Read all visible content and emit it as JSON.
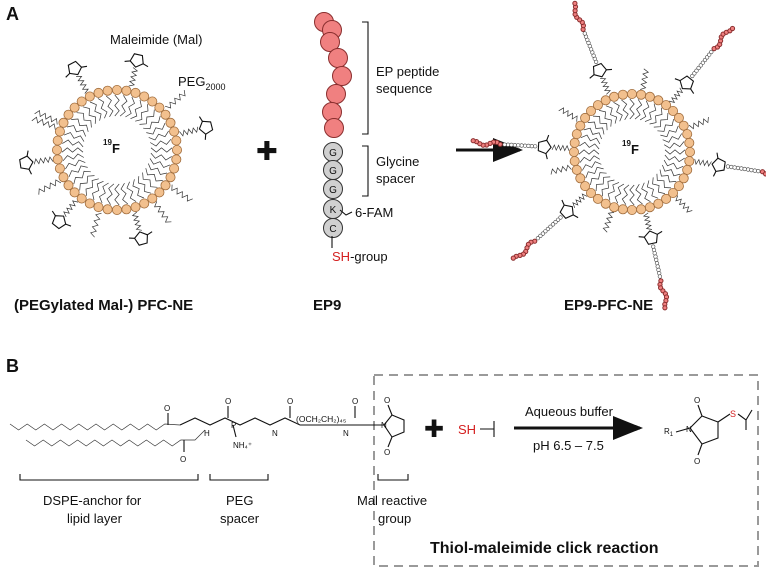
{
  "panel_a": {
    "label": "A",
    "maleimide_label": "Maleimide (Mal)",
    "peg_label": "PEG",
    "peg_sub": "2000",
    "core_sup": "19",
    "core_element": "F",
    "plus": "✚",
    "ep_peptide_line1": "EP peptide",
    "ep_peptide_line2": "sequence",
    "glycine_line1": "Glycine",
    "glycine_line2": "spacer",
    "residues": [
      "G",
      "G",
      "G",
      "K",
      "C"
    ],
    "fam_label": "6-FAM",
    "sh_prefix": "SH",
    "sh_suffix": "-group",
    "caption_left": "(PEGylated Mal-) PFC-NE",
    "caption_middle": "EP9",
    "caption_right": "EP9-PFC-NE"
  },
  "panel_b": {
    "label": "B",
    "chain_left_o": "O",
    "glycerol_h": "H",
    "phosphorus": "P",
    "nh4": "NH₄⁺",
    "peg_formula": "(OCH₂CH₂)₄₅",
    "nh_label": "N",
    "dspe_line1": "DSPE-anchor for",
    "dspe_line2": "lipid layer",
    "peg_line1": "PEG",
    "peg_line2": "spacer",
    "mal_line1": "Mal reactive",
    "mal_line2": "group",
    "plus": "✚",
    "sh_label": "SH",
    "aqueous": "Aqueous buffer",
    "ph": "pH 6.5 – 7.5",
    "r1": "R",
    "r1_sub": "1",
    "s_label": "S",
    "click_title": "Thiol-maleimide click reaction"
  },
  "colors": {
    "lipid_head": "#f2c08e",
    "peptide": "#f08080",
    "glycine": "#d0d0d0",
    "thiol_red": "#d42020",
    "box_dash": "#9a9a9a"
  }
}
